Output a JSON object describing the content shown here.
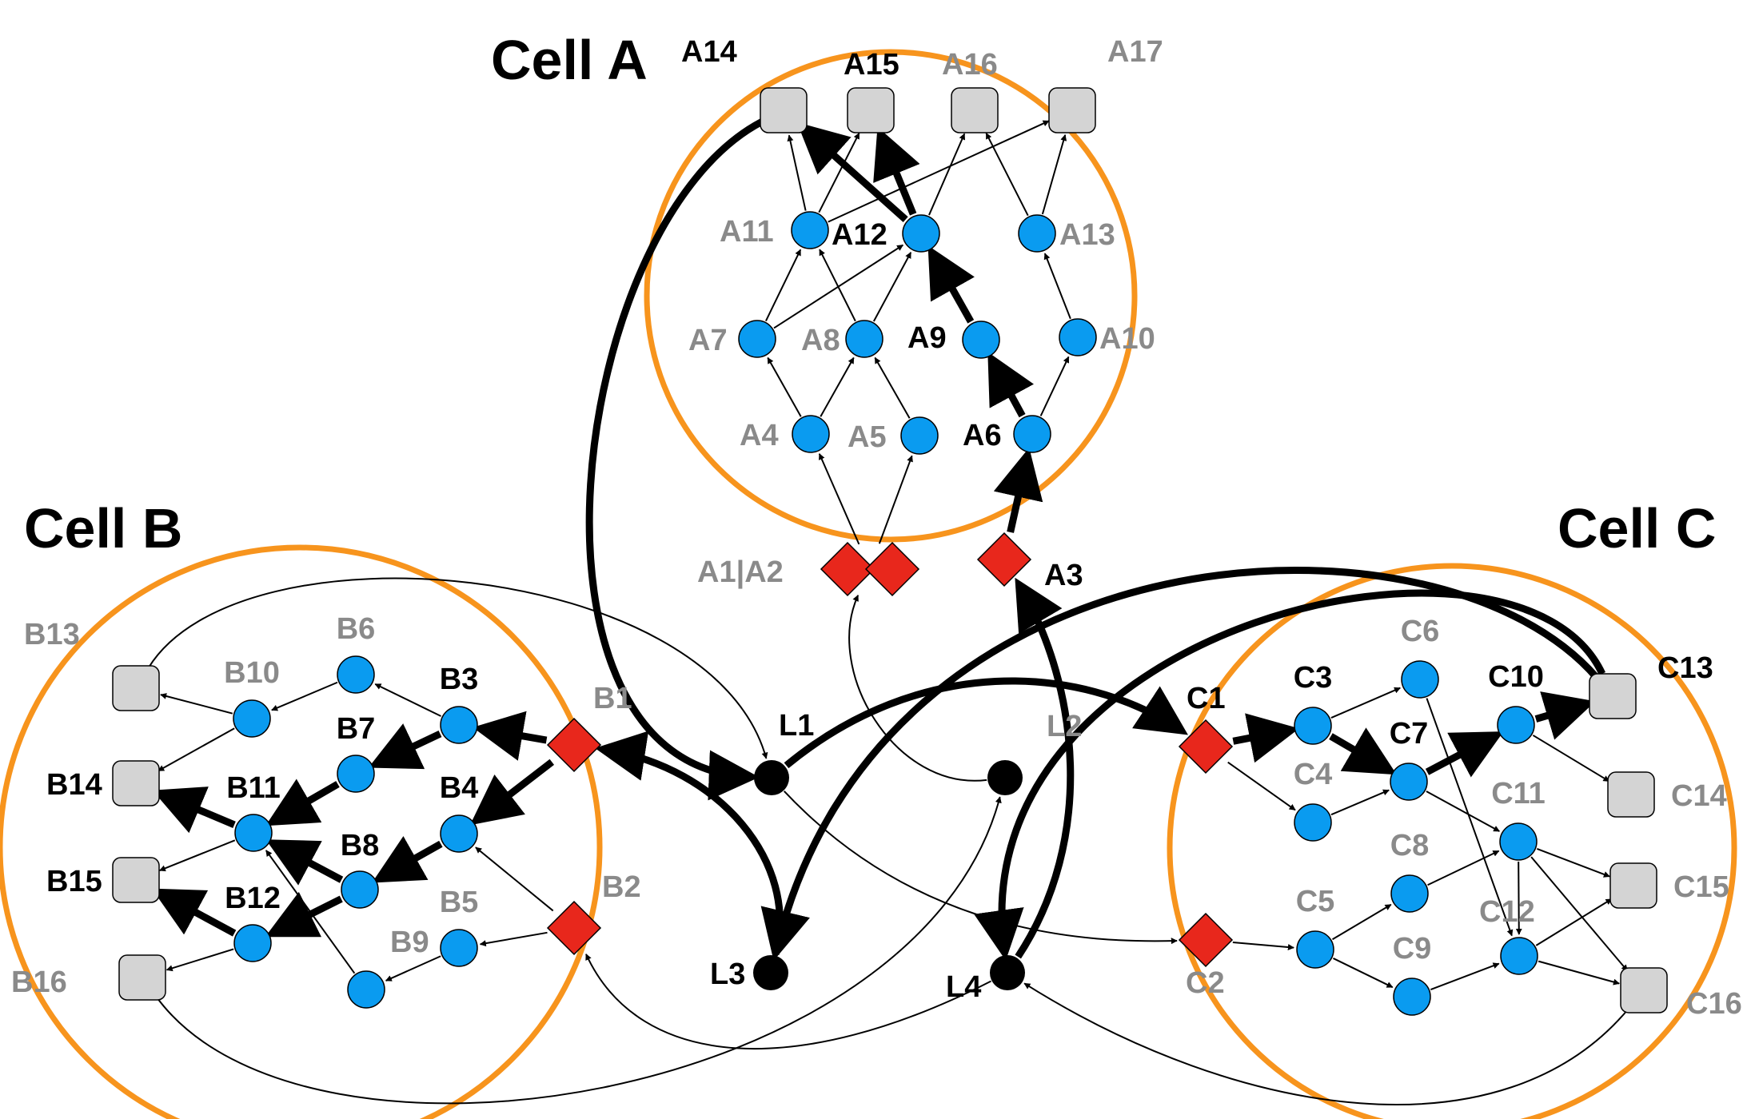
{
  "colors": {
    "cell_border": "#F7941D",
    "neuron": "#0A9BF0",
    "input": "#E8271C",
    "output": "#D4D4D4",
    "landmark": "#000000",
    "active_label": "#000000",
    "inactive_label": "#8A8A8A"
  },
  "icons": {
    "neuron": "blue-circle",
    "input": "red-diamond",
    "output": "gray-rounded-square",
    "landmark": "black-dot"
  },
  "cells": [
    {
      "id": "A",
      "title": "Cell A"
    },
    {
      "id": "B",
      "title": "Cell B"
    },
    {
      "id": "C",
      "title": "Cell C"
    }
  ],
  "nodes": {
    "A1|A2": {
      "label": "A1|A2",
      "type": "input",
      "active": false
    },
    "A3": {
      "label": "A3",
      "type": "input",
      "active": true
    },
    "A4": {
      "label": "A4",
      "type": "neuron",
      "active": false
    },
    "A5": {
      "label": "A5",
      "type": "neuron",
      "active": false
    },
    "A6": {
      "label": "A6",
      "type": "neuron",
      "active": true
    },
    "A7": {
      "label": "A7",
      "type": "neuron",
      "active": false
    },
    "A8": {
      "label": "A8",
      "type": "neuron",
      "active": false
    },
    "A9": {
      "label": "A9",
      "type": "neuron",
      "active": true
    },
    "A10": {
      "label": "A10",
      "type": "neuron",
      "active": false
    },
    "A11": {
      "label": "A11",
      "type": "neuron",
      "active": false
    },
    "A12": {
      "label": "A12",
      "type": "neuron",
      "active": true
    },
    "A13": {
      "label": "A13",
      "type": "neuron",
      "active": false
    },
    "A14": {
      "label": "A14",
      "type": "output",
      "active": true
    },
    "A15": {
      "label": "A15",
      "type": "output",
      "active": true
    },
    "A16": {
      "label": "A16",
      "type": "output",
      "active": false
    },
    "A17": {
      "label": "A17",
      "type": "output",
      "active": false
    },
    "B1": {
      "label": "B1",
      "type": "input",
      "active": false
    },
    "B2": {
      "label": "B2",
      "type": "input",
      "active": false
    },
    "B3": {
      "label": "B3",
      "type": "neuron",
      "active": true
    },
    "B4": {
      "label": "B4",
      "type": "neuron",
      "active": true
    },
    "B5": {
      "label": "B5",
      "type": "neuron",
      "active": false
    },
    "B6": {
      "label": "B6",
      "type": "neuron",
      "active": false
    },
    "B7": {
      "label": "B7",
      "type": "neuron",
      "active": true
    },
    "B8": {
      "label": "B8",
      "type": "neuron",
      "active": true
    },
    "B9": {
      "label": "B9",
      "type": "neuron",
      "active": false
    },
    "B10": {
      "label": "B10",
      "type": "neuron",
      "active": false
    },
    "B11": {
      "label": "B11",
      "type": "neuron",
      "active": true
    },
    "B12": {
      "label": "B12",
      "type": "neuron",
      "active": true
    },
    "B13": {
      "label": "B13",
      "type": "output",
      "active": false
    },
    "B14": {
      "label": "B14",
      "type": "output",
      "active": true
    },
    "B15": {
      "label": "B15",
      "type": "output",
      "active": true
    },
    "B16": {
      "label": "B16",
      "type": "output",
      "active": false
    },
    "C1": {
      "label": "C1",
      "type": "input",
      "active": true
    },
    "C2": {
      "label": "C2",
      "type": "input",
      "active": false
    },
    "C3": {
      "label": "C3",
      "type": "neuron",
      "active": true
    },
    "C4": {
      "label": "C4",
      "type": "neuron",
      "active": false
    },
    "C5": {
      "label": "C5",
      "type": "neuron",
      "active": false
    },
    "C6": {
      "label": "C6",
      "type": "neuron",
      "active": false
    },
    "C7": {
      "label": "C7",
      "type": "neuron",
      "active": true
    },
    "C8": {
      "label": "C8",
      "type": "neuron",
      "active": false
    },
    "C9": {
      "label": "C9",
      "type": "neuron",
      "active": false
    },
    "C10": {
      "label": "C10",
      "type": "neuron",
      "active": true
    },
    "C11": {
      "label": "C11",
      "type": "neuron",
      "active": false
    },
    "C12": {
      "label": "C12",
      "type": "neuron",
      "active": false
    },
    "C13": {
      "label": "C13",
      "type": "output",
      "active": true
    },
    "C14": {
      "label": "C14",
      "type": "output",
      "active": false
    },
    "C15": {
      "label": "C15",
      "type": "output",
      "active": false
    },
    "C16": {
      "label": "C16",
      "type": "output",
      "active": false
    },
    "L1": {
      "label": "L1",
      "type": "landmark",
      "active": true
    },
    "L2": {
      "label": "L2",
      "type": "landmark",
      "active": false
    },
    "L3": {
      "label": "L3",
      "type": "landmark",
      "active": true
    },
    "L4": {
      "label": "L4",
      "type": "landmark",
      "active": true
    }
  },
  "edges": [
    {
      "from": "A1|A2",
      "to": "A4",
      "active": false
    },
    {
      "from": "A1|A2",
      "to": "A5",
      "active": false
    },
    {
      "from": "A3",
      "to": "A6",
      "active": true
    },
    {
      "from": "A4",
      "to": "A7",
      "active": false
    },
    {
      "from": "A4",
      "to": "A8",
      "active": false
    },
    {
      "from": "A5",
      "to": "A8",
      "active": false
    },
    {
      "from": "A6",
      "to": "A9",
      "active": true
    },
    {
      "from": "A6",
      "to": "A10",
      "active": false
    },
    {
      "from": "A7",
      "to": "A11",
      "active": false
    },
    {
      "from": "A7",
      "to": "A12",
      "active": false
    },
    {
      "from": "A8",
      "to": "A11",
      "active": false
    },
    {
      "from": "A8",
      "to": "A12",
      "active": false
    },
    {
      "from": "A9",
      "to": "A12",
      "active": true
    },
    {
      "from": "A10",
      "to": "A13",
      "active": false
    },
    {
      "from": "A11",
      "to": "A14",
      "active": false
    },
    {
      "from": "A11",
      "to": "A15",
      "active": false
    },
    {
      "from": "A11",
      "to": "A17",
      "active": false
    },
    {
      "from": "A12",
      "to": "A14",
      "active": true
    },
    {
      "from": "A12",
      "to": "A15",
      "active": true
    },
    {
      "from": "A12",
      "to": "A16",
      "active": false
    },
    {
      "from": "A13",
      "to": "A16",
      "active": false
    },
    {
      "from": "A13",
      "to": "A17",
      "active": false
    },
    {
      "from": "B1",
      "to": "B3",
      "active": true
    },
    {
      "from": "B1",
      "to": "B4",
      "active": true
    },
    {
      "from": "B2",
      "to": "B5",
      "active": false
    },
    {
      "from": "B2",
      "to": "B4",
      "active": false
    },
    {
      "from": "B3",
      "to": "B6",
      "active": false
    },
    {
      "from": "B3",
      "to": "B7",
      "active": true
    },
    {
      "from": "B4",
      "to": "B8",
      "active": true
    },
    {
      "from": "B5",
      "to": "B9",
      "active": false
    },
    {
      "from": "B6",
      "to": "B10",
      "active": false
    },
    {
      "from": "B7",
      "to": "B11",
      "active": true
    },
    {
      "from": "B8",
      "to": "B11",
      "active": true
    },
    {
      "from": "B8",
      "to": "B12",
      "active": true
    },
    {
      "from": "B9",
      "to": "B11",
      "active": false
    },
    {
      "from": "B10",
      "to": "B13",
      "active": false
    },
    {
      "from": "B10",
      "to": "B14",
      "active": false
    },
    {
      "from": "B11",
      "to": "B14",
      "active": true
    },
    {
      "from": "B11",
      "to": "B15",
      "active": false
    },
    {
      "from": "B12",
      "to": "B15",
      "active": true
    },
    {
      "from": "B12",
      "to": "B16",
      "active": false
    },
    {
      "from": "C1",
      "to": "C3",
      "active": true
    },
    {
      "from": "C1",
      "to": "C4",
      "active": false
    },
    {
      "from": "C2",
      "to": "C5",
      "active": false
    },
    {
      "from": "C3",
      "to": "C6",
      "active": false
    },
    {
      "from": "C3",
      "to": "C7",
      "active": true
    },
    {
      "from": "C4",
      "to": "C7",
      "active": false
    },
    {
      "from": "C5",
      "to": "C8",
      "active": false
    },
    {
      "from": "C5",
      "to": "C9",
      "active": false
    },
    {
      "from": "C6",
      "to": "C12",
      "active": false
    },
    {
      "from": "C7",
      "to": "C10",
      "active": true
    },
    {
      "from": "C7",
      "to": "C11",
      "active": false
    },
    {
      "from": "C8",
      "to": "C11",
      "active": false
    },
    {
      "from": "C9",
      "to": "C12",
      "active": false
    },
    {
      "from": "C10",
      "to": "C13",
      "active": true
    },
    {
      "from": "C10",
      "to": "C14",
      "active": false
    },
    {
      "from": "C11",
      "to": "C12",
      "active": false
    },
    {
      "from": "C11",
      "to": "C15",
      "active": false
    },
    {
      "from": "C11",
      "to": "C16",
      "active": false
    },
    {
      "from": "C12",
      "to": "C15",
      "active": false
    },
    {
      "from": "C12",
      "to": "C16",
      "active": false
    },
    {
      "from": "L1",
      "to": "C1",
      "active": true
    },
    {
      "from": "L1",
      "to": "C2",
      "active": false
    },
    {
      "from": "L2",
      "to": "A1|A2",
      "active": false
    },
    {
      "from": "L3",
      "to": "B1",
      "active": true
    },
    {
      "from": "L4",
      "to": "A3",
      "active": true
    },
    {
      "from": "L4",
      "to": "B2",
      "active": false
    },
    {
      "from": "A14",
      "to": "L1",
      "active": true
    },
    {
      "from": "B13",
      "to": "L1",
      "active": false
    },
    {
      "from": "B16",
      "to": "L2",
      "active": false
    },
    {
      "from": "C13",
      "to": "L3",
      "active": true
    },
    {
      "from": "C13",
      "to": "L4",
      "active": true
    },
    {
      "from": "C16",
      "to": "L4",
      "active": false
    }
  ]
}
